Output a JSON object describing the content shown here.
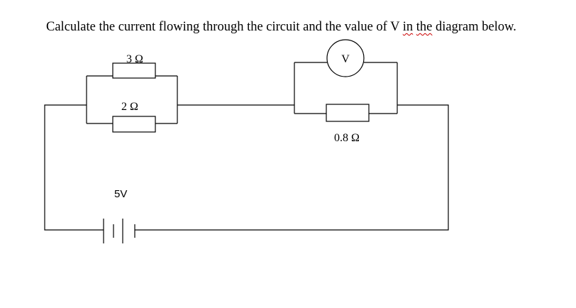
{
  "question": {
    "main": "Calculate the current flowing through the circuit and the value of V ",
    "flagged_1": "in",
    "gap": "  ",
    "flagged_2": "the",
    "tail": " diagram  below."
  },
  "circuit": {
    "resistor_top_left": "3 Ω",
    "resistor_bottom_left": "2 Ω",
    "resistor_right": "0.8 Ω",
    "voltmeter": "V",
    "battery": "5V"
  }
}
